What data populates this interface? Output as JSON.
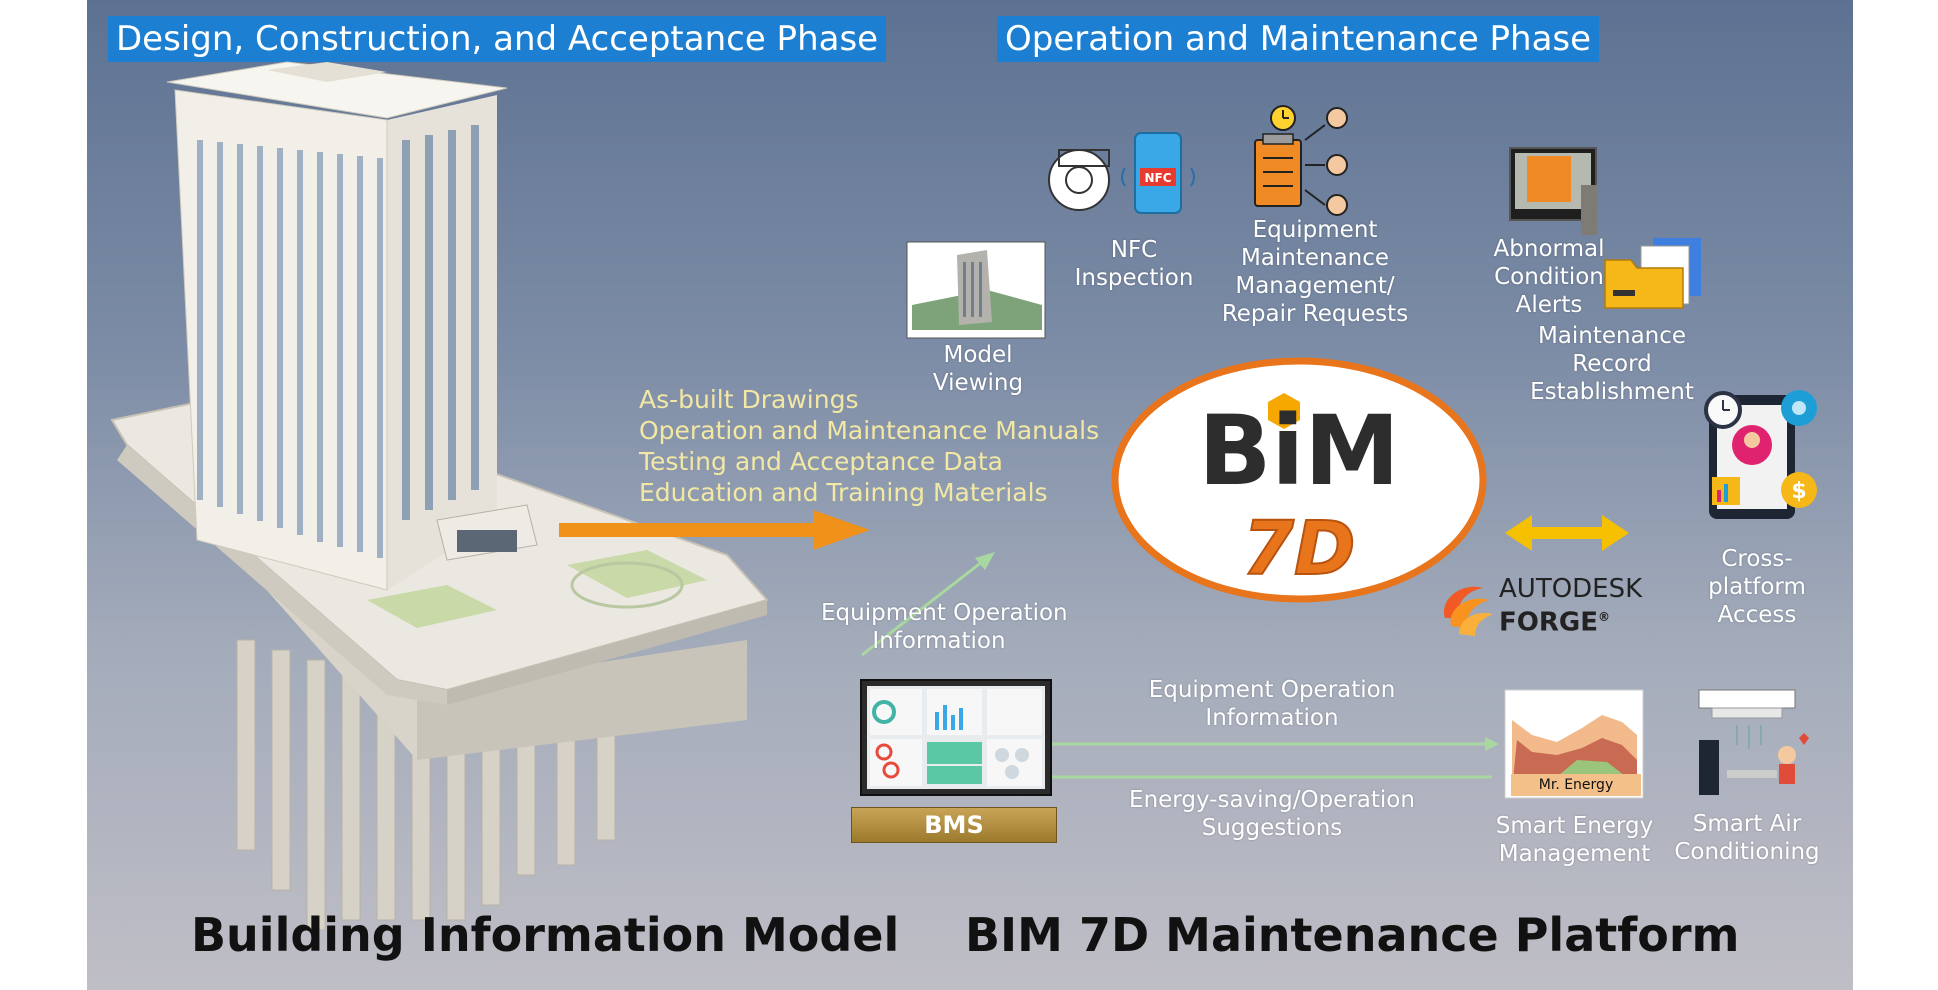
{
  "phases": {
    "left": "Design, Construction, and Acceptance Phase",
    "right": "Operation and Maintenance Phase"
  },
  "titles": {
    "left": "Building Information Model",
    "right": "BIM 7D Maintenance Platform"
  },
  "deliverables": [
    "As-built Drawings",
    "Operation and Maintenance Manuals",
    "Testing and Acceptance Data",
    "Education and Training Materials"
  ],
  "functions": {
    "model_viewing": [
      "Model",
      "Viewing"
    ],
    "nfc": [
      "NFC",
      "Inspection"
    ],
    "equipment": [
      "Equipment",
      "Maintenance",
      "Management/",
      "Repair Requests"
    ],
    "abnormal": [
      "Abnormal",
      "Condition",
      "Alerts"
    ],
    "records": [
      "Maintenance",
      "Record",
      "Establishment"
    ],
    "cross_platform": [
      "Cross-",
      "platform",
      "Access"
    ],
    "smart_energy": [
      "Smart Energy",
      "Management"
    ],
    "smart_air": [
      "Smart Air",
      "Conditioning"
    ]
  },
  "flows": {
    "bms_to_bim": [
      "Equipment Operation",
      "Information"
    ],
    "bms_to_energy": [
      "Equipment Operation",
      "Information"
    ],
    "energy_to_bms": [
      "Energy-saving/Operation",
      "Suggestions"
    ]
  },
  "logo": {
    "top": "BiM",
    "bottom": "7D"
  },
  "forge": {
    "line1": "AUTODESK",
    "line2": "FORGE",
    "mark": "®"
  },
  "bms_label": "BMS",
  "energy_app": "Mr. Energy",
  "nfc_tag": "NFC",
  "colors": {
    "phase_bg": "#1d7fd2",
    "arrow_orange": "#f0921a",
    "arrow_yellow": "#f5c000",
    "flow_green": "#a8d8a0",
    "logo_orange": "#e8741c",
    "docs_text": "#f2e8a4"
  }
}
